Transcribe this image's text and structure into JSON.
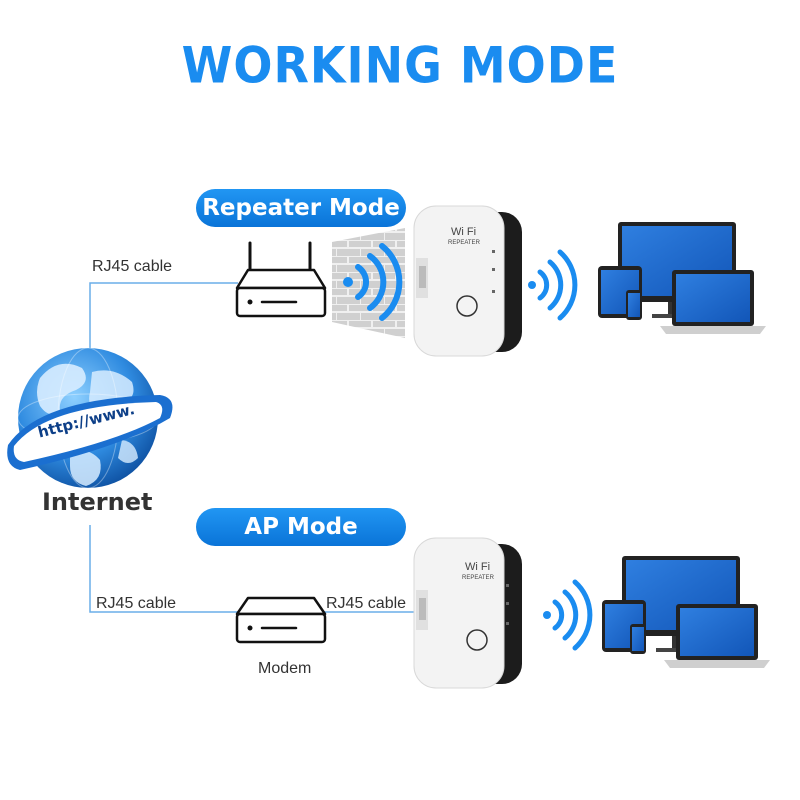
{
  "title": "WORKING MODE",
  "repeater_mode": {
    "label": "Repeater Mode",
    "cable_label": "RJ45 cable"
  },
  "ap_mode": {
    "label": "AP Mode",
    "cable_left": "RJ45 cable",
    "cable_right": "RJ45 cable",
    "modem_label": "Modem"
  },
  "internet": {
    "label": "Internet",
    "url_text": "http://www."
  },
  "device": {
    "brand": "Wi Fi",
    "model": "REPEATER"
  },
  "colors": {
    "accent": "#1a8cf0",
    "line": "#6aaee8",
    "dark": "#1a1a1a"
  },
  "icons": [
    "globe-icon",
    "router-icon",
    "modem-icon",
    "wall-icon",
    "wifi-signal-icon",
    "repeater-device",
    "devices-group"
  ]
}
